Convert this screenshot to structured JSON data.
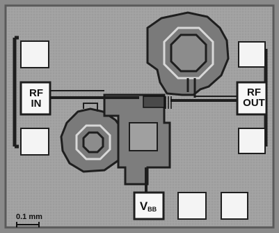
{
  "labels": {
    "rf_in_line1": "RF",
    "rf_in_line2": "IN",
    "rf_out_line1": "RF",
    "rf_out_line2": "OUT",
    "vbb_main": "V",
    "vbb_sub": "BB"
  },
  "scale_bar": {
    "label": "0.1 mm"
  },
  "colors": {
    "die_background": "#9e9e9e",
    "pad": "#f4f4f4",
    "metal_trace": "#2a2a2a",
    "dark_region": "#6f6f6f",
    "die_border": "#5a5a5a"
  }
}
